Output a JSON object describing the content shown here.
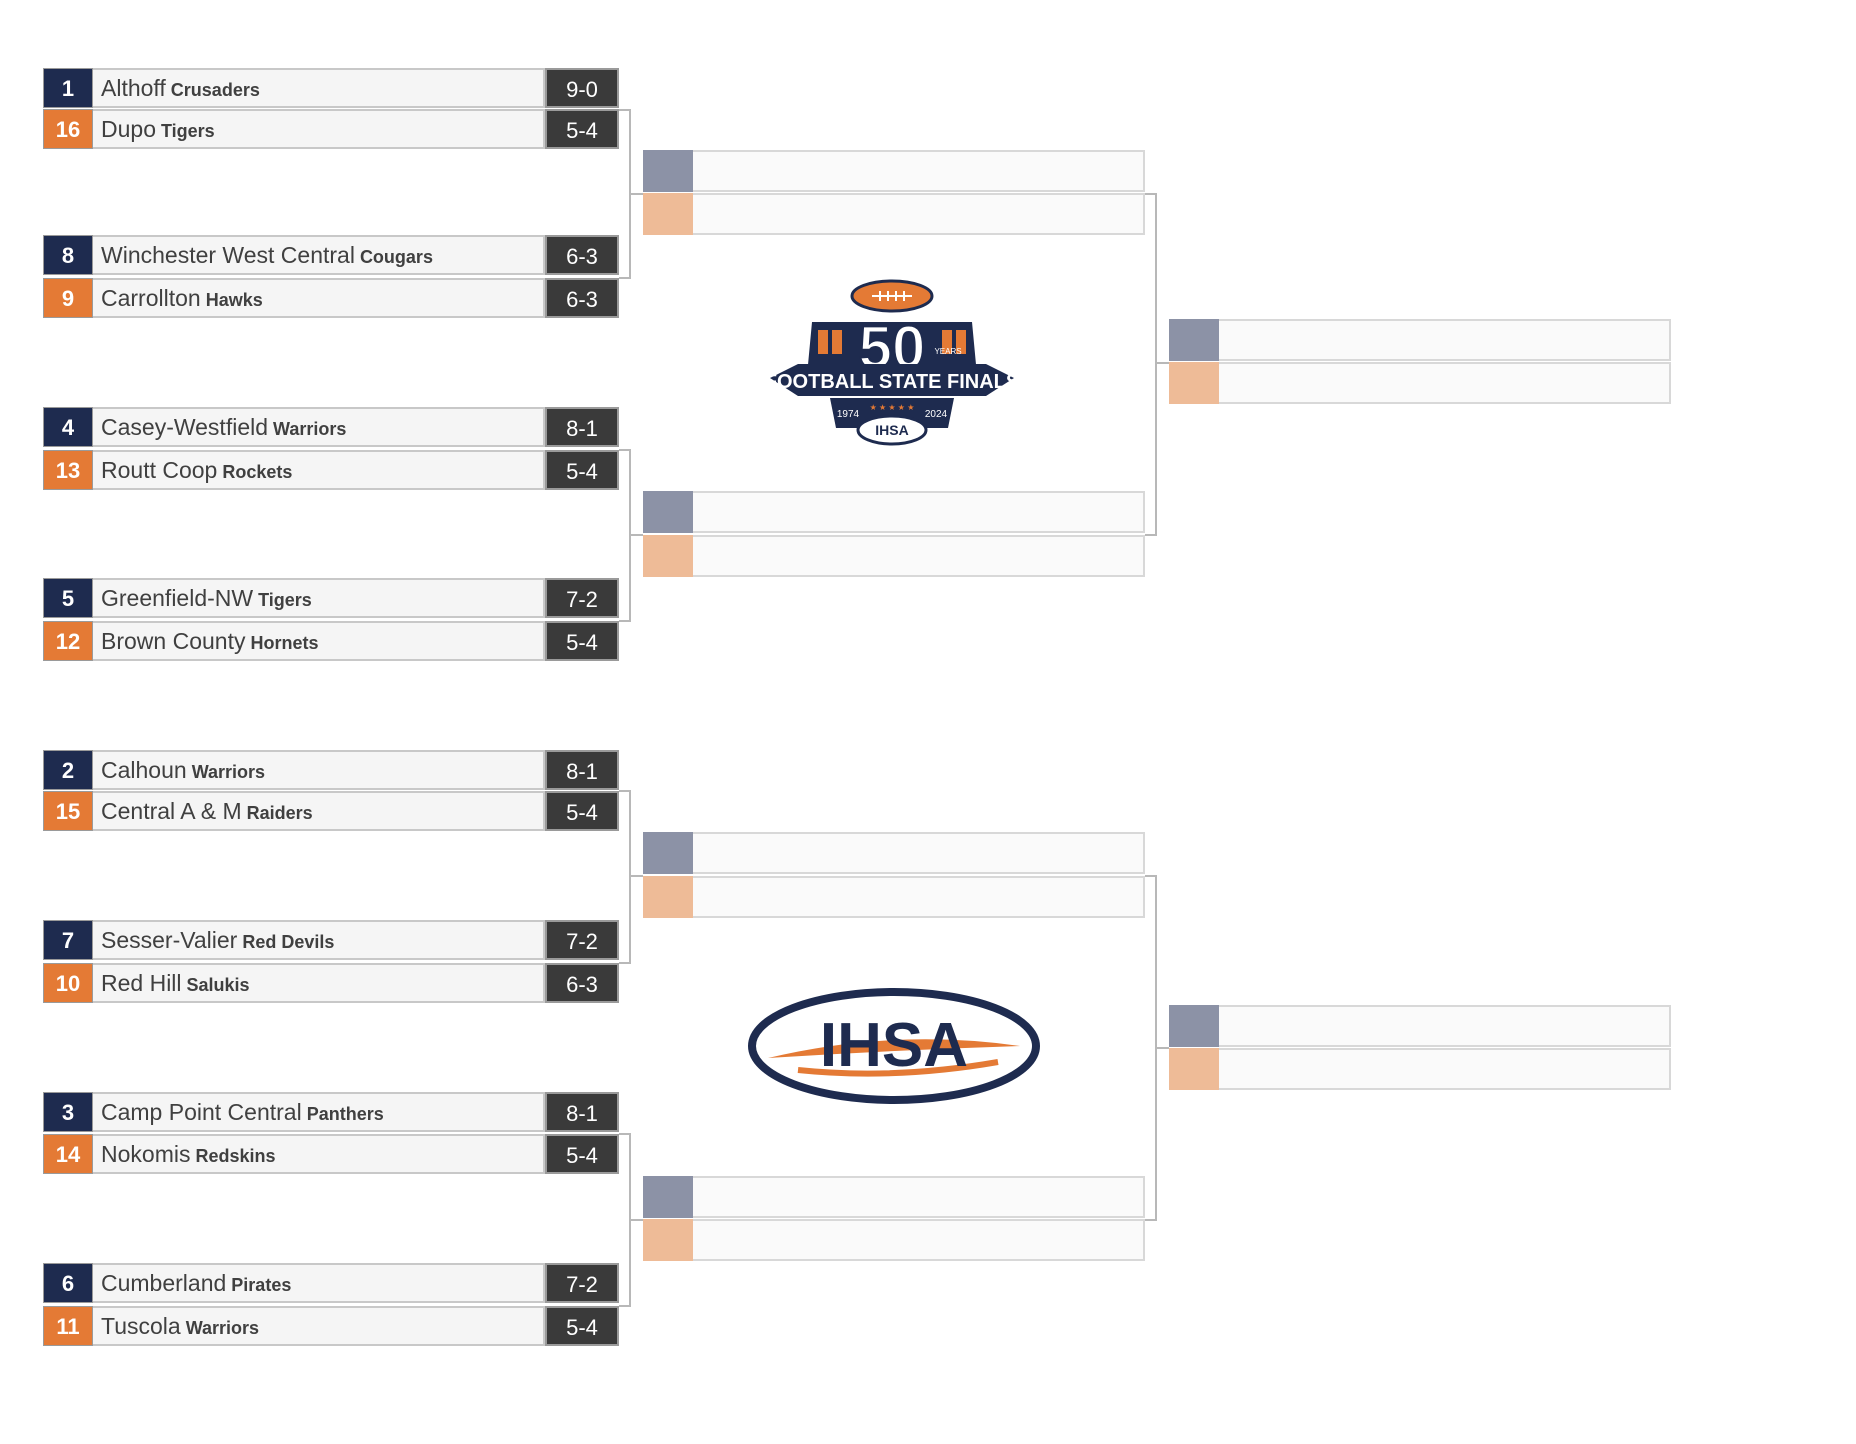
{
  "colors": {
    "navy": "#1e2b4f",
    "orange": "#e47a35",
    "record_bg": "#3a3a3a",
    "empty_top": "#8c92a6",
    "empty_bottom": "#eebb97"
  },
  "round1": [
    {
      "seed": "1",
      "school": "Althoff",
      "mascot": "Crusaders",
      "record": "9-0"
    },
    {
      "seed": "16",
      "school": "Dupo",
      "mascot": "Tigers",
      "record": "5-4"
    },
    {
      "seed": "8",
      "school": "Winchester West Central",
      "mascot": "Cougars",
      "record": "6-3"
    },
    {
      "seed": "9",
      "school": "Carrollton",
      "mascot": "Hawks",
      "record": "6-3"
    },
    {
      "seed": "4",
      "school": "Casey-Westfield",
      "mascot": "Warriors",
      "record": "8-1"
    },
    {
      "seed": "13",
      "school": "Routt Coop",
      "mascot": "Rockets",
      "record": "5-4"
    },
    {
      "seed": "5",
      "school": "Greenfield-NW",
      "mascot": "Tigers",
      "record": "7-2"
    },
    {
      "seed": "12",
      "school": "Brown County",
      "mascot": "Hornets",
      "record": "5-4"
    },
    {
      "seed": "2",
      "school": "Calhoun",
      "mascot": "Warriors",
      "record": "8-1"
    },
    {
      "seed": "15",
      "school": "Central A & M",
      "mascot": "Raiders",
      "record": "5-4"
    },
    {
      "seed": "7",
      "school": "Sesser-Valier",
      "mascot": "Red Devils",
      "record": "7-2"
    },
    {
      "seed": "10",
      "school": "Red Hill",
      "mascot": "Salukis",
      "record": "6-3"
    },
    {
      "seed": "3",
      "school": "Camp Point Central",
      "mascot": "Panthers",
      "record": "8-1"
    },
    {
      "seed": "14",
      "school": "Nokomis",
      "mascot": "Redskins",
      "record": "5-4"
    },
    {
      "seed": "6",
      "school": "Cumberland",
      "mascot": "Pirates",
      "record": "7-2"
    },
    {
      "seed": "11",
      "school": "Tuscola",
      "mascot": "Warriors",
      "record": "5-4"
    }
  ],
  "logos": {
    "anniversary": {
      "number": "50",
      "years_label": "YEARS",
      "banner": "FOOTBALL STATE FINALS",
      "start_year": "1974",
      "end_year": "2024",
      "org": "IHSA"
    },
    "ihsa": {
      "text": "IHSA"
    }
  }
}
